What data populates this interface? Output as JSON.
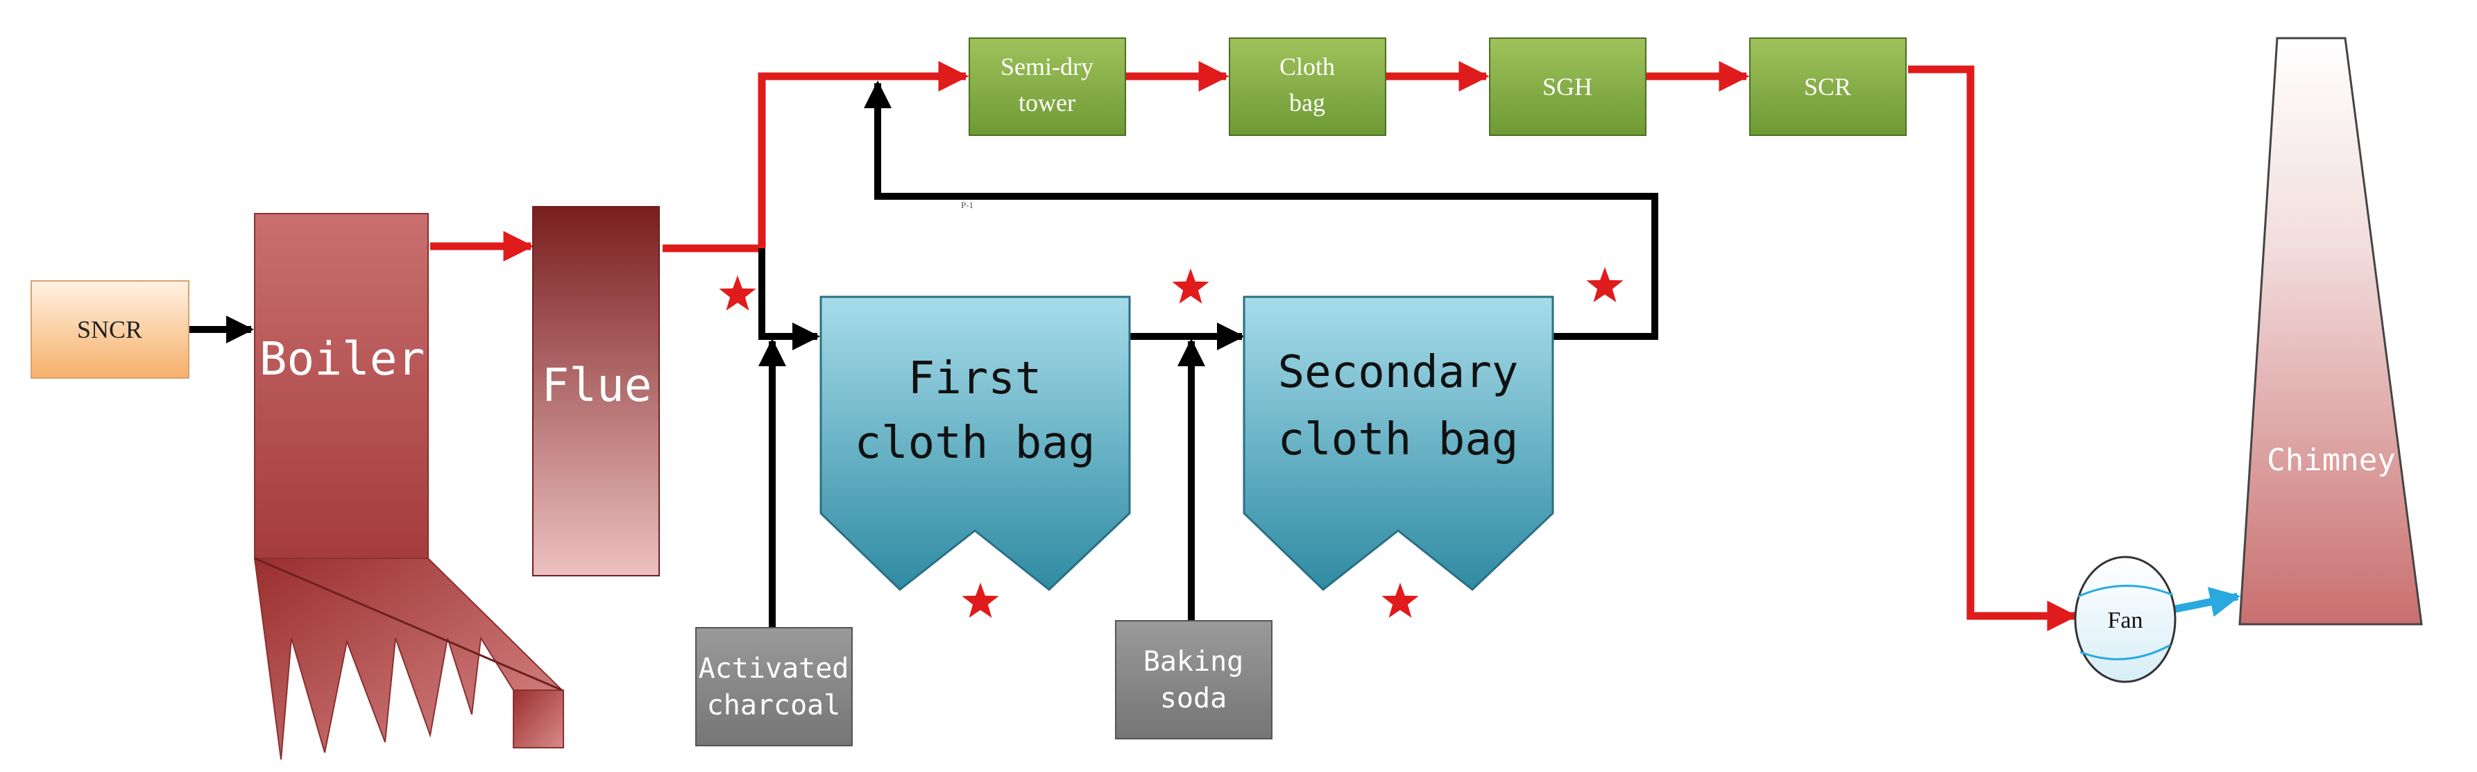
{
  "nodes": {
    "sncr": "SNCR",
    "boiler": "Boiler",
    "flue": "Flue",
    "first_bag": [
      "First",
      "cloth bag"
    ],
    "secondary_bag": [
      "Secondary",
      "cloth bag"
    ],
    "semi_dry": [
      "Semi-dry",
      "tower"
    ],
    "cloth_bag": [
      "Cloth",
      "bag"
    ],
    "sgh": "SGH",
    "scr": "SCR",
    "fan": "Fan",
    "chimney": "Chimney",
    "activated_charcoal": [
      "Activated",
      "charcoal"
    ],
    "baking_soda": [
      "Baking",
      "soda"
    ]
  },
  "small_note": "P-1",
  "colors": {
    "flue_gas_line": "#e01b1b",
    "return_line": "#000000",
    "fan_outlet": "#29a9e0",
    "sampling_star": "#e01b1b",
    "green_box": "#8db04a",
    "gray_box": "#8a8a8a",
    "sncr_box": "#f9c48e"
  },
  "markers": {
    "sampling_point_icon": "star-icon"
  }
}
